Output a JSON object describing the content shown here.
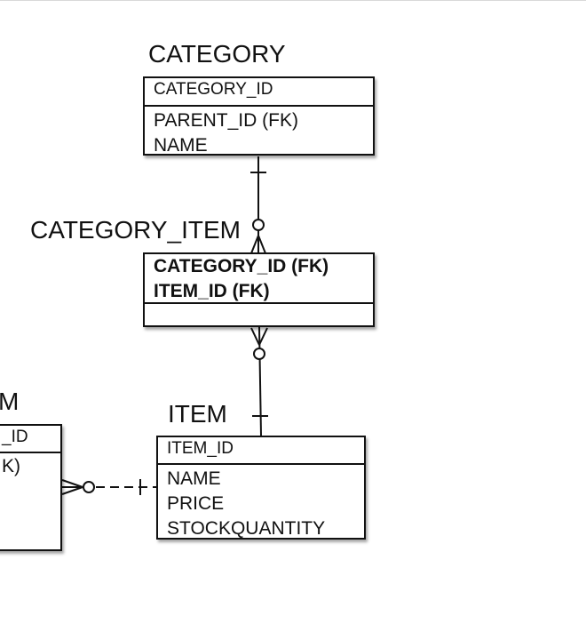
{
  "diagram": {
    "entities": {
      "category": {
        "title": "CATEGORY",
        "pk": "CATEGORY_ID",
        "attrs": [
          "PARENT_ID (FK)",
          "NAME"
        ]
      },
      "category_item": {
        "title": "CATEGORY_ITEM",
        "keys": [
          "CATEGORY_ID (FK)",
          "ITEM_ID (FK)"
        ],
        "attrs": []
      },
      "item": {
        "title": "ITEM",
        "pk": "ITEM_ID",
        "attrs": [
          "NAME",
          "PRICE",
          "STOCKQUANTITY"
        ]
      },
      "partial_left": {
        "title_fragment": "M",
        "pk_fragment": "_ID",
        "attr_fragment": "K)"
      }
    },
    "relationships": [
      {
        "from": "CATEGORY",
        "to": "CATEGORY_ITEM",
        "from_end": "one",
        "to_end": "zero-or-many"
      },
      {
        "from": "ITEM",
        "to": "CATEGORY_ITEM",
        "from_end": "one",
        "to_end": "zero-or-many"
      },
      {
        "from": "ITEM",
        "to": "partial_left",
        "from_end": "one",
        "to_end": "zero-or-many",
        "style": "dashed"
      }
    ],
    "colors": {
      "line": "#111111",
      "background": "#ffffff"
    }
  }
}
